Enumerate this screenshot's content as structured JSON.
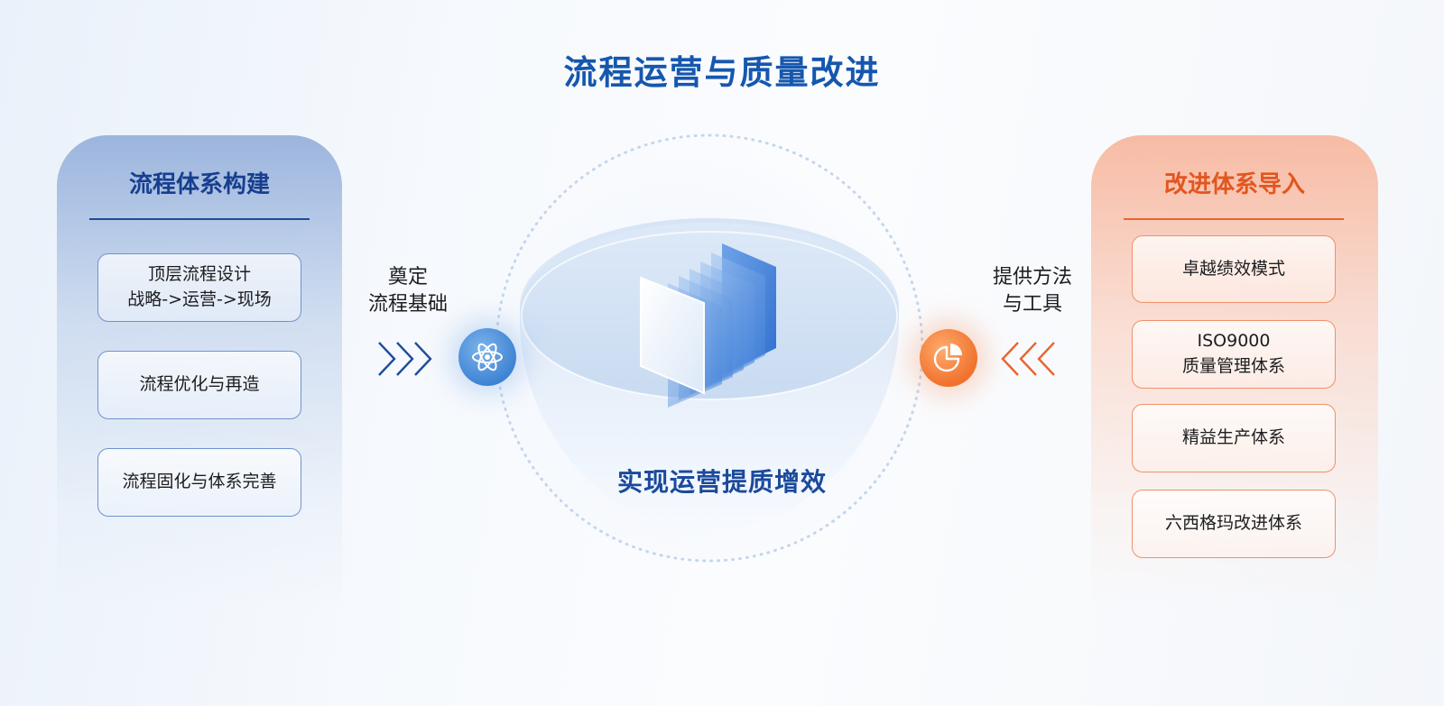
{
  "title": "流程运营与质量改进",
  "left_panel": {
    "title": "流程体系构建",
    "items": [
      "顶层流程设计\n战略->运营->现场",
      "流程优化与再造",
      "流程固化与体系完善"
    ]
  },
  "right_panel": {
    "title": "改进体系导入",
    "items": [
      "卓越绩效模式",
      "ISO9000\n质量管理体系",
      "精益生产体系",
      "六西格玛改进体系"
    ]
  },
  "left_connector": "奠定\n流程基础",
  "right_connector": "提供方法\n与工具",
  "center_label": "实现运营提质增效",
  "colors": {
    "title_blue": "#1657ae",
    "left_accent": "#1e4c9a",
    "right_accent": "#e2561f"
  },
  "icons": {
    "left": "atom-icon",
    "right": "pie-chart-icon",
    "center": "stacked-layers-icon"
  }
}
